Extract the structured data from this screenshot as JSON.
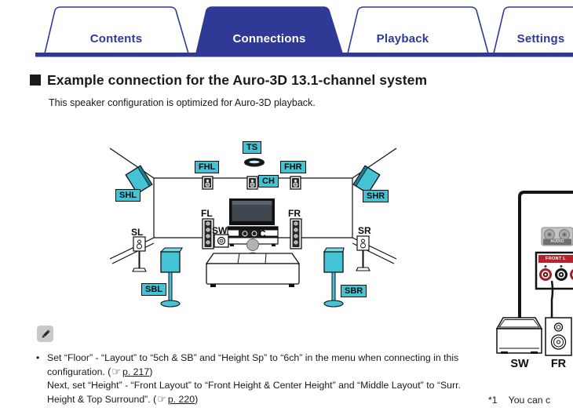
{
  "tabs": {
    "items": [
      {
        "label": "Contents"
      },
      {
        "label": "Connections"
      },
      {
        "label": "Playback"
      },
      {
        "label": "Settings"
      }
    ],
    "active": "Connections"
  },
  "heading": {
    "title": "Example connection for the Auro-3D 13.1-channel system"
  },
  "intro": "This speaker configuration is optimized for Auro-3D playback.",
  "diagram": {
    "labels": {
      "ts": "TS",
      "fhl": "FHL",
      "fhr": "FHR",
      "ch": "CH",
      "shl": "SHL",
      "shr": "SHR",
      "sbl": "SBL",
      "sbr": "SBR",
      "fl": "FL",
      "fr": "FR",
      "sw": "SW",
      "c": "C",
      "sl": "SL",
      "sr": "SR"
    }
  },
  "note": {
    "bullet": "•",
    "link_icon": "☞",
    "item1_text": "Set “Floor” - “Layout” to “5ch & SB” and “Height Sp” to “6ch” in the menu when connecting in this configuration.  (",
    "item1_link": "p. 217",
    "item2_text": "Next, set “Height” - “Front Layout” to “Front Height & Center Height” and “Middle Layout” to “Surr. Height & Top Surround”.  (",
    "item2_link": "p. 220",
    "paren_close": ")"
  },
  "rear_panel": {
    "front_label": "FRONT L",
    "audio_label": "AUDIO",
    "sw_label": "SW",
    "fr_label": "FR",
    "footnote_marker": "*1",
    "footnote_text": "You can c"
  },
  "colors": {
    "accent_blue": "#2e3a96",
    "speaker_cyan": "#45c2d3",
    "terminal_red": "#b5222a"
  }
}
